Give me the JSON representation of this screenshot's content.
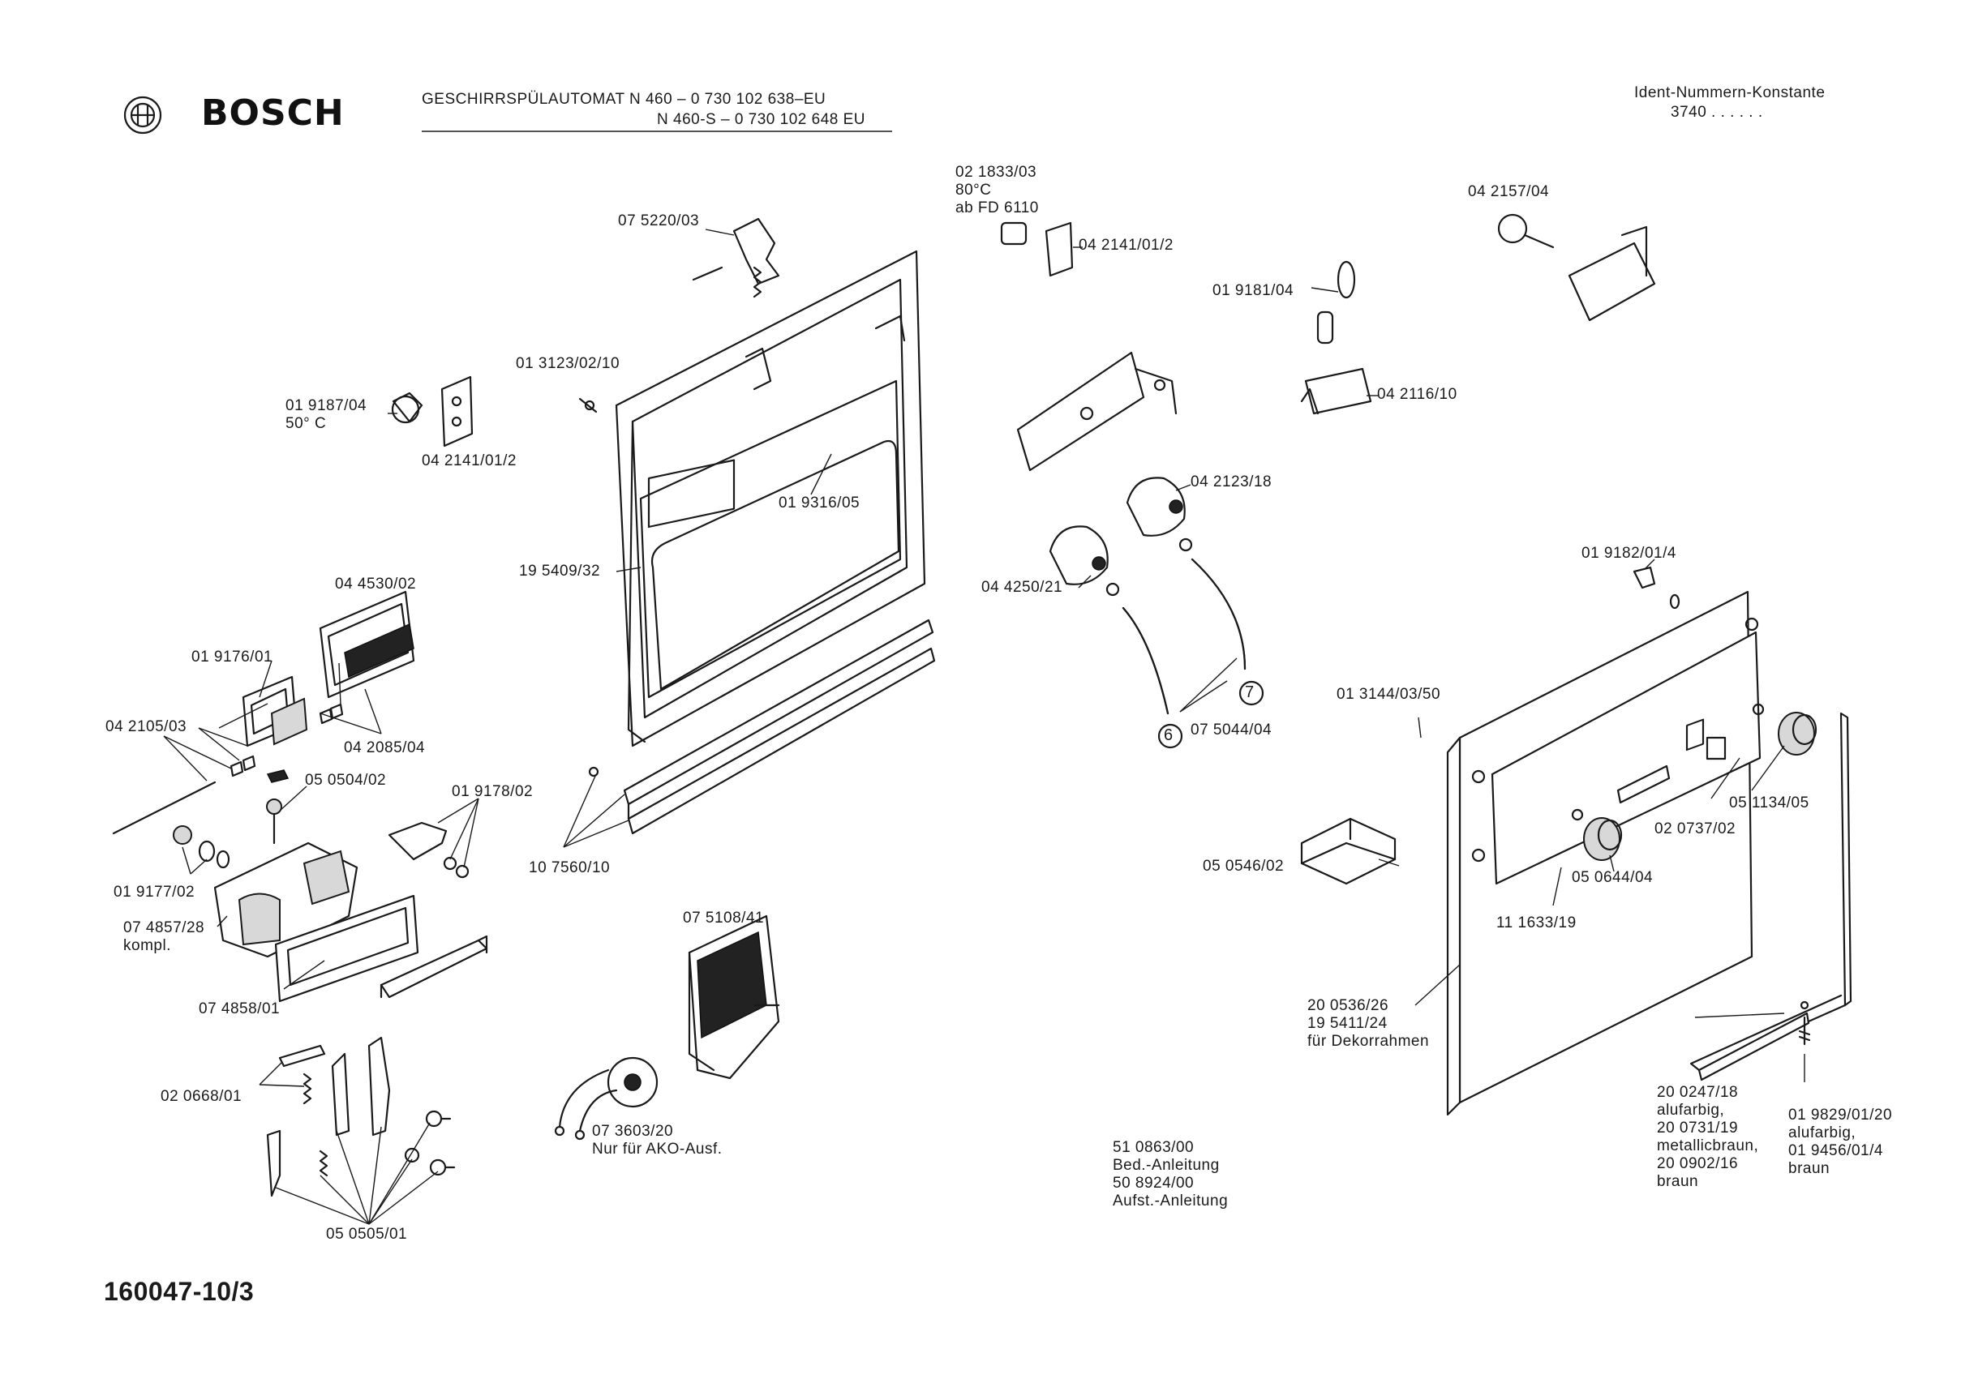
{
  "header": {
    "brand": "BOSCH",
    "model_line1": "GESCHIRRSPÜLAUTOMAT  N 460    – 0 730 102 638–EU",
    "model_line2": "N 460-S  – 0 730 102 648  EU",
    "ident_title": "Ident-Nummern-Konstante",
    "ident_value": "3740  . .   . . . ."
  },
  "footer": {
    "drawing_number": "160047-10/3"
  },
  "parts": [
    {
      "id": "p01",
      "text": "07 5220/03"
    },
    {
      "id": "p02",
      "text": "02 1833/03\n80°C\nab FD 6110"
    },
    {
      "id": "p03",
      "text": "04 2141/01/2"
    },
    {
      "id": "p04",
      "text": "04 2157/04"
    },
    {
      "id": "p05",
      "text": "01 9181/04"
    },
    {
      "id": "p06",
      "text": "04 2116/10"
    },
    {
      "id": "p07",
      "text": "01 3123/02/10"
    },
    {
      "id": "p08",
      "text": "01 9187/04\n50° C"
    },
    {
      "id": "p09",
      "text": "04 2141/01/2"
    },
    {
      "id": "p10",
      "text": "01 9316/05"
    },
    {
      "id": "p11",
      "text": "04 2123/18"
    },
    {
      "id": "p12",
      "text": "19 5409/32"
    },
    {
      "id": "p13",
      "text": "04 4250/21"
    },
    {
      "id": "p14",
      "text": "01 9182/01/4"
    },
    {
      "id": "p15",
      "text": "04 4530/02"
    },
    {
      "id": "p16",
      "text": "01 9176/01"
    },
    {
      "id": "p17",
      "text": "04 2105/03"
    },
    {
      "id": "p18",
      "text": "04 2085/04"
    },
    {
      "id": "p19",
      "text": "05 0504/02"
    },
    {
      "id": "p20",
      "text": "01 9178/02"
    },
    {
      "id": "p21",
      "text": "07 5044/04"
    },
    {
      "id": "p22",
      "text": "01 3144/03/50"
    },
    {
      "id": "p23",
      "text": "10 7560/10"
    },
    {
      "id": "p24",
      "text": "01 9177/02"
    },
    {
      "id": "p25",
      "text": "07 4857/28\nkompl."
    },
    {
      "id": "p26",
      "text": "05 1134/05"
    },
    {
      "id": "p27",
      "text": "02 0737/02"
    },
    {
      "id": "p28",
      "text": "05 0546/02"
    },
    {
      "id": "p29",
      "text": "05 0644/04"
    },
    {
      "id": "p30",
      "text": "07 5108/41"
    },
    {
      "id": "p31",
      "text": "11 1633/19"
    },
    {
      "id": "p32",
      "text": "07 4858/01"
    },
    {
      "id": "p33",
      "text": "20 0536/26\n19 5411/24\nfür Dekorrahmen"
    },
    {
      "id": "p34",
      "text": "02 0668/01"
    },
    {
      "id": "p35",
      "text": "07 3603/20\nNur für AKO-Ausf."
    },
    {
      "id": "p36",
      "text": "20 0247/18\nalufarbig,\n20 0731/19\nmetallicbraun,\n20 0902/16\nbraun"
    },
    {
      "id": "p37",
      "text": "01 9829/01/20\nalufarbig,\n01 9456/01/4\nbraun"
    },
    {
      "id": "p38",
      "text": "51 0863/00\nBed.-Anleitung\n50 8924/00\nAufst.-Anleitung"
    },
    {
      "id": "p39",
      "text": "05 0505/01"
    }
  ],
  "callouts": [
    "6",
    "7"
  ]
}
